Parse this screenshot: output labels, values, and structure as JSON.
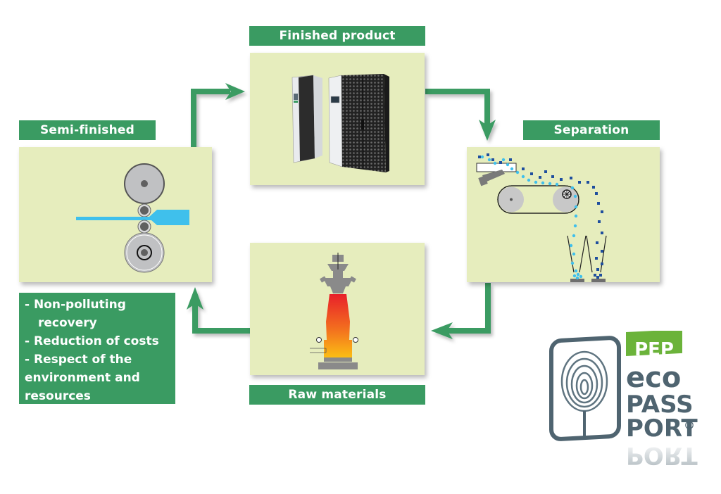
{
  "diagram": {
    "stages": {
      "finished": {
        "label": "Finished product"
      },
      "separation": {
        "label": "Separation"
      },
      "raw": {
        "label": "Raw materials"
      },
      "semi": {
        "label": "Semi-finished"
      }
    },
    "benefits": [
      "-  Non-polluting",
      "    recovery",
      "-  Reduction of costs",
      "-  Respect of the",
      "environment and",
      "resources"
    ],
    "flow_direction": "clockwise",
    "colors": {
      "accent_green": "#3a9b62",
      "panel_bg": "#e6edbd",
      "sheet_blue": "#3fc0ec",
      "logo_green": "#6bb33a",
      "logo_slate": "#4f6470"
    }
  },
  "logo": {
    "badge": "PEP",
    "line1": "eco",
    "line2": "PASS",
    "line3": "PORT",
    "mark": "®"
  }
}
